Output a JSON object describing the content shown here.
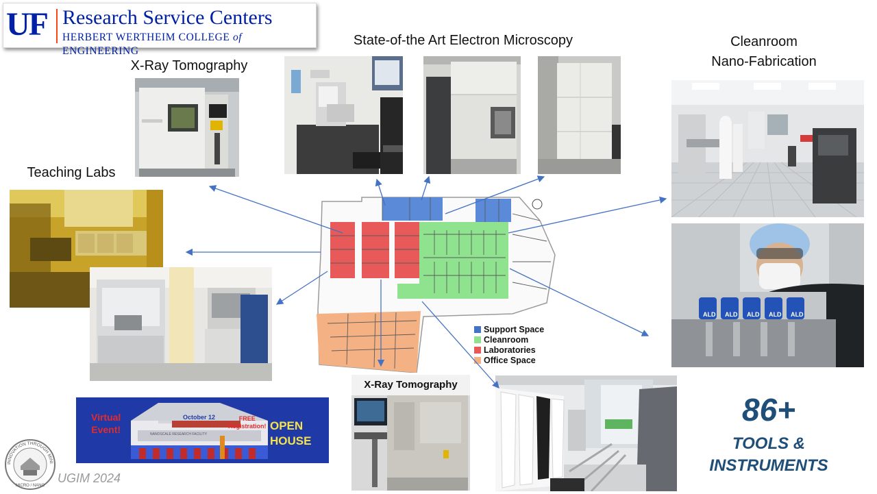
{
  "header": {
    "logo_letters": "UF",
    "title": "Research Service Centers",
    "subtitle_a": "HERBERT WERTHEIM COLLEGE ",
    "subtitle_of": "of",
    "subtitle_b": " ENGINEERING"
  },
  "labels": {
    "electron_microscopy": "State-of-the Art Electron Microscopy",
    "xray_tomography": "X-Ray Tomography",
    "cleanroom_line1": "Cleanroom",
    "cleanroom_line2": "Nano-Fabrication",
    "teaching_labs": "Teaching Labs",
    "xray_photo_caption": "X-Ray Tomography"
  },
  "legend": [
    {
      "label": "Support Space",
      "color": "#4472C4"
    },
    {
      "label": "Cleanroom",
      "color": "#8FE08F"
    },
    {
      "label": "Laboratories",
      "color": "#E8595A"
    },
    {
      "label": "Office Space",
      "color": "#F4B183"
    }
  ],
  "open_house": {
    "virtual": "Virtual",
    "event": "Event!",
    "date": "October 12",
    "free": "FREE",
    "registration": "Registration!",
    "facility_sign": "NANOSCALE RESEARCH FACILITY",
    "open": "OPEN",
    "house": "HOUSE"
  },
  "seal": {
    "ring_text": "INNOVATION THROUGH MINIATURIZATION",
    "bottom_text": "MICRO / NANO"
  },
  "stats": {
    "count": "86+",
    "line1": "TOOLS &",
    "line2": "INSTRUMENTS"
  },
  "equipment_text": {
    "ald_label": "ALD"
  },
  "footer": {
    "event_tag": "UGIM 2024"
  },
  "colors": {
    "uf_blue": "#0021A5",
    "uf_orange": "#FA4616",
    "stats_blue": "#1F4E79",
    "arrow_blue": "#4472C4"
  }
}
